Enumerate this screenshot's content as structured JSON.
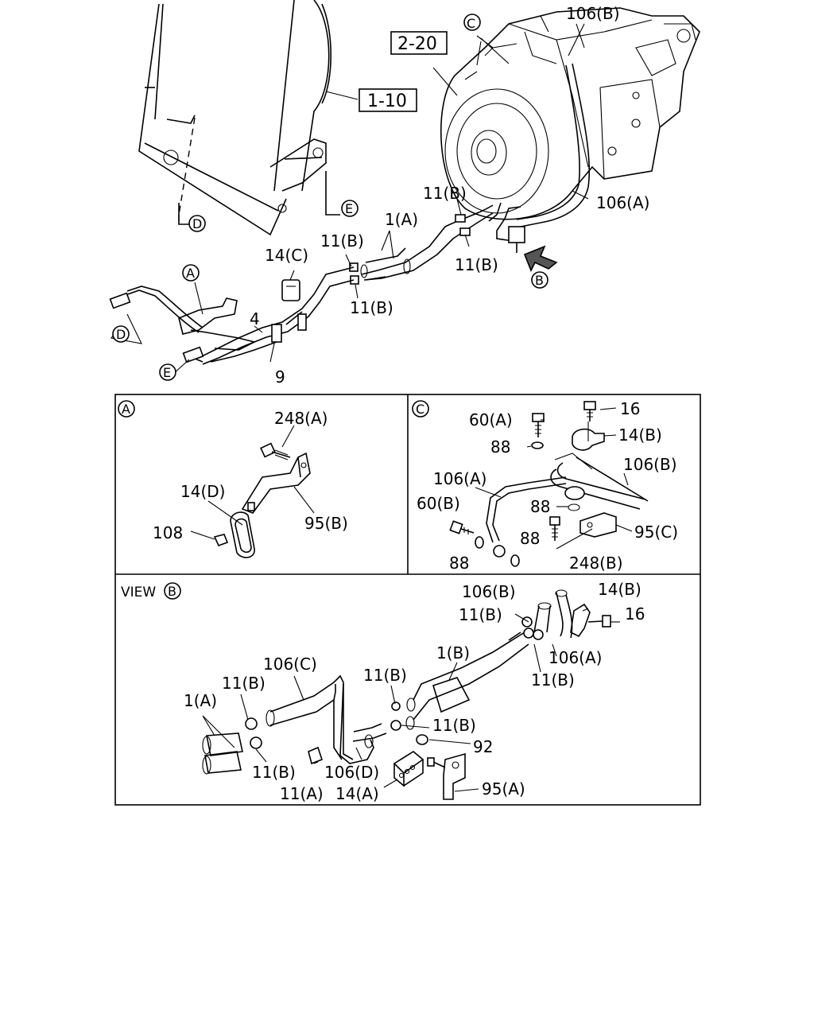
{
  "refs": {
    "r1": "2-20",
    "r2": "1-10"
  },
  "main": {
    "c_C": "C",
    "l_106B": "106(B)",
    "l_11B_a": "11(B)",
    "l_106A": "106(A)",
    "l_1A": "1(A)",
    "l_11B_b": "11(B)",
    "l_14C": "14(C)",
    "l_11B_c": "11(B)",
    "l_11B_d": "11(B)",
    "c_B": "B",
    "c_A": "A",
    "l_4": "4",
    "c_D1": "D",
    "c_E1": "E",
    "c_D2": "D",
    "c_E2": "E",
    "l_9": "9"
  },
  "panelA": {
    "tag": "A",
    "l_248A": "248(A)",
    "l_14D": "14(D)",
    "l_108": "108",
    "l_95B": "95(B)"
  },
  "panelC": {
    "tag": "C",
    "l_60A": "60(A)",
    "l_16": "16",
    "l_14B": "14(B)",
    "l_88a": "88",
    "l_106B": "106(B)",
    "l_106A": "106(A)",
    "l_60B": "60(B)",
    "l_88b": "88",
    "l_95C": "95(C)",
    "l_88c": "88",
    "l_88d": "88",
    "l_248B": "248(B)"
  },
  "panelB": {
    "view": "VIEW",
    "tag": "B",
    "l_106B": "106(B)",
    "l_14B": "14(B)",
    "l_11B_1": "11(B)",
    "l_16": "16",
    "l_1B": "1(B)",
    "l_106A": "106(A)",
    "l_106C": "106(C)",
    "l_11B_2": "11(B)",
    "l_11B_3": "11(B)",
    "l_11B_4": "11(B)",
    "l_1A": "1(A)",
    "l_11B_5": "11(B)",
    "l_11B_6": "11(B)",
    "l_92": "92",
    "l_106D": "106(D)",
    "l_11A": "11(A)",
    "l_14A": "14(A)",
    "l_95A": "95(A)"
  }
}
